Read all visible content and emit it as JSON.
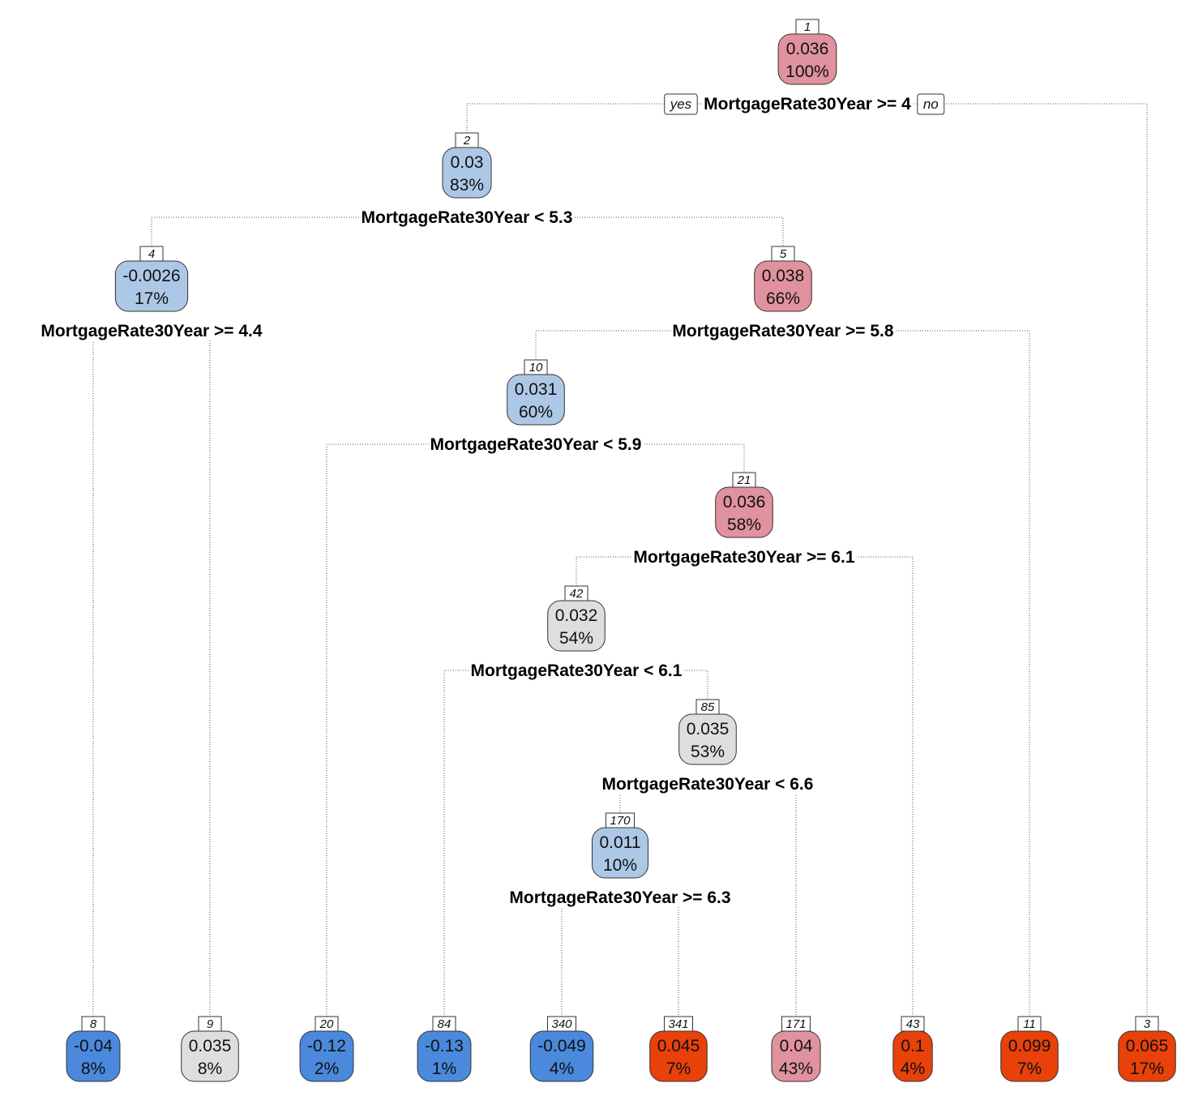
{
  "branch_labels": {
    "yes": "yes",
    "no": "no"
  },
  "colors": {
    "strong_blue": "#4a89dc",
    "light_blue": "#adc8e7",
    "grey": "#dedede",
    "pink": "#e0929e",
    "orange": "#e8410a"
  },
  "nodes": [
    {
      "id": "1",
      "value": "0.036",
      "pct": "100%",
      "color": "pink",
      "split": "MortgageRate30Year >= 4",
      "left": "2",
      "right": "3"
    },
    {
      "id": "2",
      "value": "0.03",
      "pct": "83%",
      "color": "light_blue",
      "split": "MortgageRate30Year < 5.3",
      "left": "4",
      "right": "5"
    },
    {
      "id": "4",
      "value": "-0.0026",
      "pct": "17%",
      "color": "light_blue",
      "split": "MortgageRate30Year >= 4.4",
      "left": "8",
      "right": "9"
    },
    {
      "id": "5",
      "value": "0.038",
      "pct": "66%",
      "color": "pink",
      "split": "MortgageRate30Year >= 5.8",
      "left": "10",
      "right": "11"
    },
    {
      "id": "10",
      "value": "0.031",
      "pct": "60%",
      "color": "light_blue",
      "split": "MortgageRate30Year < 5.9",
      "left": "20",
      "right": "21"
    },
    {
      "id": "21",
      "value": "0.036",
      "pct": "58%",
      "color": "pink",
      "split": "MortgageRate30Year >= 6.1",
      "left": "42",
      "right": "43"
    },
    {
      "id": "42",
      "value": "0.032",
      "pct": "54%",
      "color": "grey",
      "split": "MortgageRate30Year < 6.1",
      "left": "84",
      "right": "85"
    },
    {
      "id": "85",
      "value": "0.035",
      "pct": "53%",
      "color": "grey",
      "split": "MortgageRate30Year < 6.6",
      "left": "170",
      "right": "171"
    },
    {
      "id": "170",
      "value": "0.011",
      "pct": "10%",
      "color": "light_blue",
      "split": "MortgageRate30Year >= 6.3",
      "left": "340",
      "right": "341"
    },
    {
      "id": "8",
      "value": "-0.04",
      "pct": "8%",
      "color": "strong_blue"
    },
    {
      "id": "9",
      "value": "0.035",
      "pct": "8%",
      "color": "grey"
    },
    {
      "id": "20",
      "value": "-0.12",
      "pct": "2%",
      "color": "strong_blue"
    },
    {
      "id": "84",
      "value": "-0.13",
      "pct": "1%",
      "color": "strong_blue"
    },
    {
      "id": "340",
      "value": "-0.049",
      "pct": "4%",
      "color": "strong_blue"
    },
    {
      "id": "341",
      "value": "0.045",
      "pct": "7%",
      "color": "orange"
    },
    {
      "id": "171",
      "value": "0.04",
      "pct": "43%",
      "color": "pink"
    },
    {
      "id": "43",
      "value": "0.1",
      "pct": "4%",
      "color": "orange"
    },
    {
      "id": "11",
      "value": "0.099",
      "pct": "7%",
      "color": "orange"
    },
    {
      "id": "3",
      "value": "0.065",
      "pct": "17%",
      "color": "orange"
    }
  ]
}
